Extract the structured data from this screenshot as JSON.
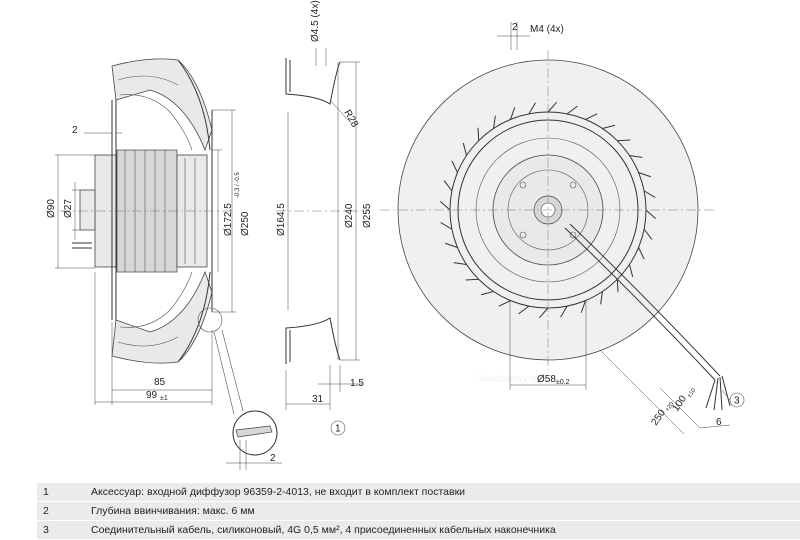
{
  "dimensions": {
    "d_mount_hole": "Ø4.5 (4x)",
    "thread": "M4 (4x)",
    "callout_2_top": "2",
    "callout_2_left": "2",
    "callout_2_detail": "2",
    "d90": "Ø90",
    "d27": "Ø27",
    "d172_main": "Ø172.5",
    "d172_tol": "-0.3 / -0.5",
    "d250": "Ø250",
    "d164": "Ø164.5",
    "d240": "Ø240",
    "d255": "Ø255",
    "r28": "R28",
    "len85": "85",
    "len99": "99",
    "len99_tol": "±1",
    "len31": "31",
    "len1_5": "1.5",
    "d58": "Ø58",
    "d58_tol": "±0.2",
    "cable250": "250",
    "cable250_tol": "+20",
    "cable100": "100",
    "cable100_tol": "±10",
    "dim6": "6"
  },
  "callouts": {
    "c1": "1",
    "c3": "3"
  },
  "watermark": "Ventilatorry.ru",
  "notes": [
    {
      "num": "1",
      "text": "Аксессуар: входной диффузор 96359-2-4013, не входит в комплект поставки"
    },
    {
      "num": "2",
      "text": "Глубина ввинчивания: макс. 6 мм"
    },
    {
      "num": "3",
      "text": "Соединительный кабель, силиконовый, 4G 0,5 мм², 4 присоединенных кабельных наконечника"
    }
  ]
}
